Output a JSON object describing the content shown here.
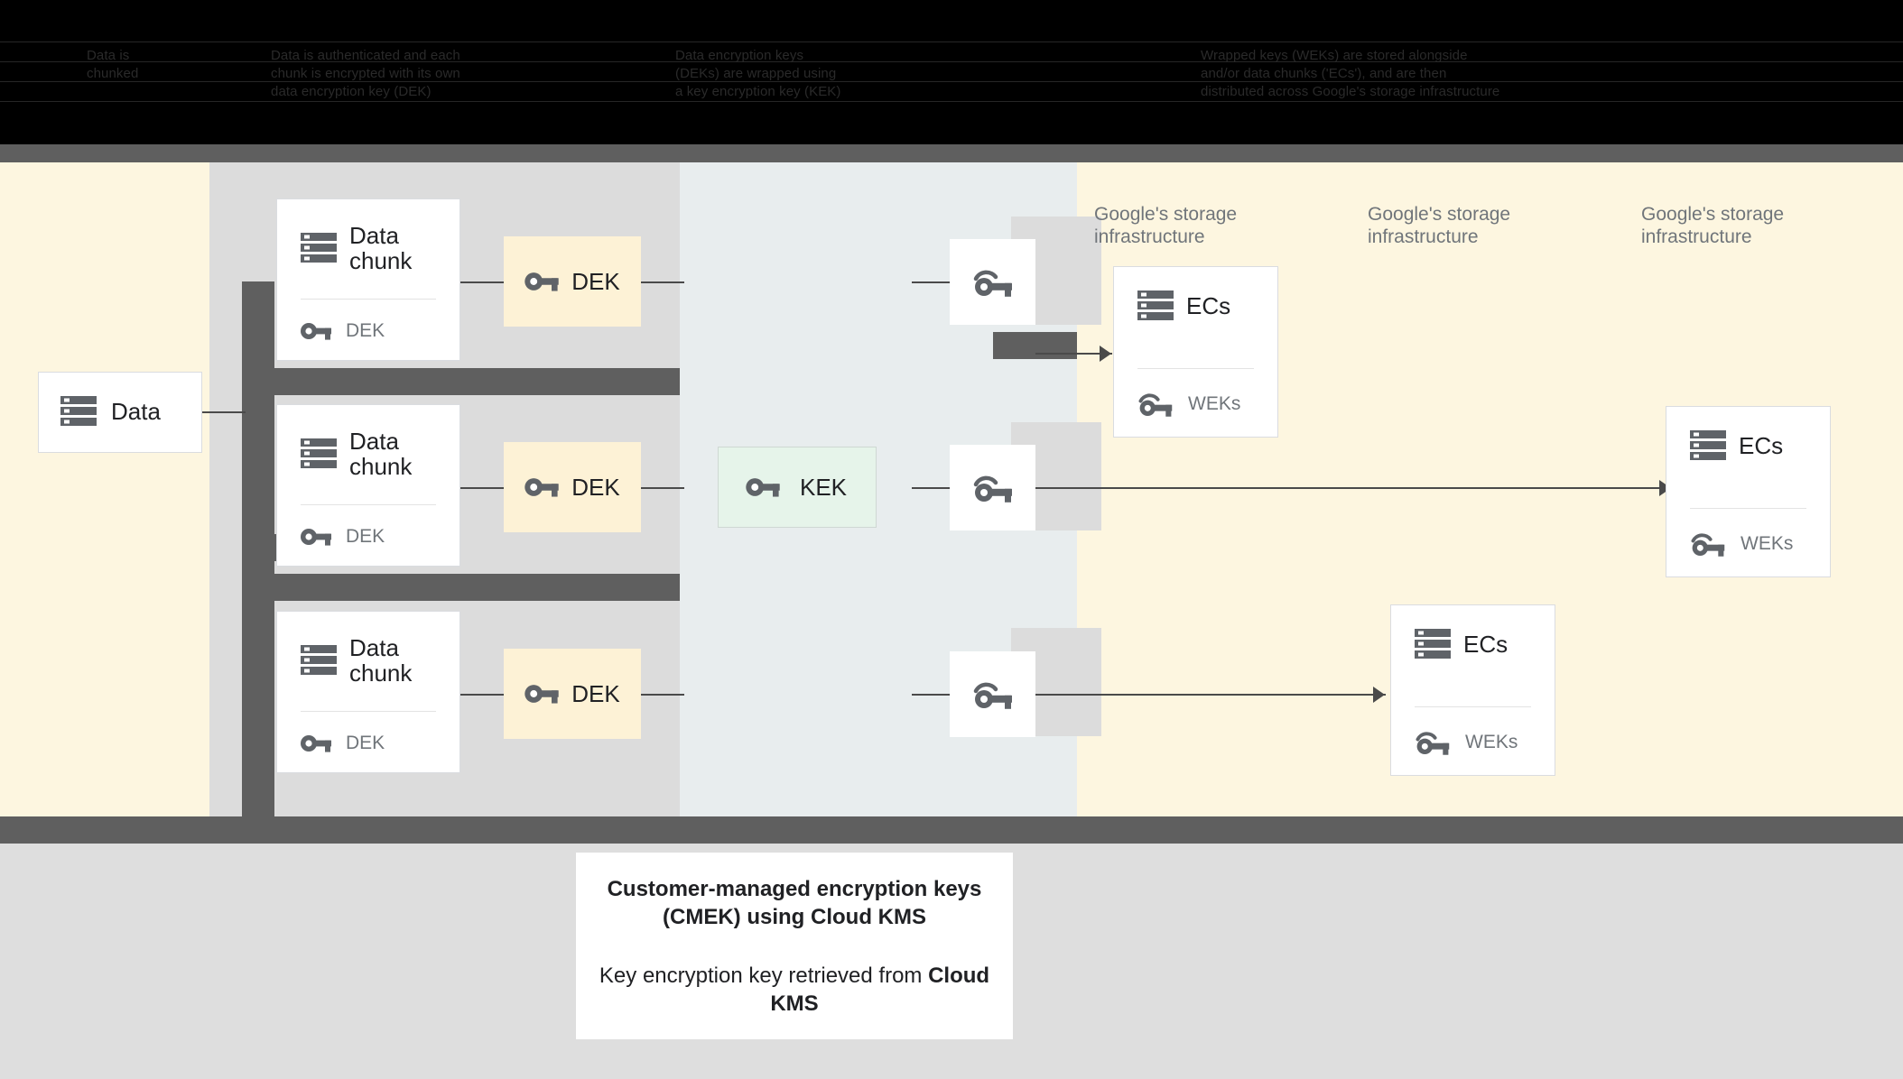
{
  "header": {
    "columns": [
      {
        "text": "Data is\nchunked"
      },
      {
        "text": "Data is authenticated and each\nchunk is encrypted with its own\ndata encryption key (DEK)"
      },
      {
        "text": "Data encryption keys\n(DEKs) are wrapped using\na key encryption key (KEK)"
      },
      {
        "text": "Wrapped keys (WEKs) are stored alongside\nand/or data chunks ('ECs'), and are then\ndistributed across Google's storage infrastructure"
      }
    ]
  },
  "diagram": {
    "source": {
      "label": "Data",
      "icon": "storage-icon"
    },
    "chunks": [
      {
        "title": "Data chunk",
        "icon": "storage-icon",
        "foot_label": "DEK",
        "foot_icon": "key-icon"
      },
      {
        "title": "Data chunk",
        "icon": "storage-icon",
        "foot_label": "DEK",
        "foot_icon": "key-icon"
      },
      {
        "title": "Data chunk",
        "icon": "storage-icon",
        "foot_label": "DEK",
        "foot_icon": "key-icon"
      }
    ],
    "deks": [
      {
        "label": "DEK",
        "icon": "key-icon"
      },
      {
        "label": "DEK",
        "icon": "key-icon"
      },
      {
        "label": "DEK",
        "icon": "key-icon"
      }
    ],
    "kek": {
      "label": "KEK",
      "icon": "key-icon"
    },
    "wrapped_keys": [
      {
        "icon": "wrapped-key-icon"
      },
      {
        "icon": "wrapped-key-icon"
      },
      {
        "icon": "wrapped-key-icon"
      }
    ],
    "storage_labels": [
      {
        "text": "Google's storage\ninfrastructure"
      },
      {
        "text": "Google's storage\ninfrastructure"
      },
      {
        "text": "Google's storage\ninfrastructure"
      }
    ],
    "ec_cards": [
      {
        "title": "ECs",
        "icon": "storage-icon",
        "foot_label": "WEKs",
        "foot_icon": "wrapped-key-icon"
      },
      {
        "title": "ECs",
        "icon": "storage-icon",
        "foot_label": "WEKs",
        "foot_icon": "wrapped-key-icon"
      },
      {
        "title": "ECs",
        "icon": "storage-icon",
        "foot_label": "WEKs",
        "foot_icon": "wrapped-key-icon"
      }
    ]
  },
  "caption": {
    "line1": "Customer-managed encryption keys (CMEK) using Cloud KMS",
    "line2_prefix": "Key encryption key retrieved from ",
    "line2_bold": "Cloud KMS"
  },
  "colors": {
    "background_cream": "#fdf6e0",
    "band_center": "#e8edee",
    "band_gray": "#dcdcdc",
    "connector_dark": "#5f5f5f",
    "dek_yellow": "#fdf2d6",
    "kek_green": "#e6f4ea",
    "footer_gray": "#dedede",
    "header_black": "#000000"
  }
}
